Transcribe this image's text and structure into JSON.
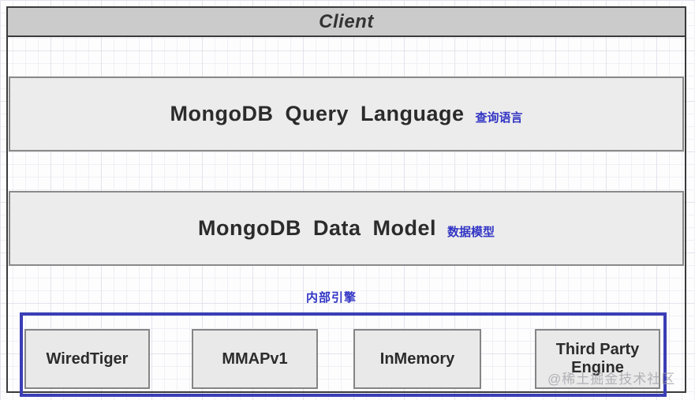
{
  "diagram": {
    "client": {
      "label": "Client"
    },
    "layers": [
      {
        "title": "MongoDB Query Language",
        "annotation": "查询语言"
      },
      {
        "title": "MongoDB Data Model",
        "annotation": "数据模型"
      }
    ],
    "engines": {
      "label": "内部引擎",
      "items": [
        {
          "name": "WiredTiger"
        },
        {
          "name": "MMAPv1"
        },
        {
          "name": "InMemory"
        },
        {
          "name": "Third Party Engine"
        }
      ]
    }
  },
  "watermark": {
    "text": "@稀土掘金技术社区"
  },
  "colors": {
    "accent_blue": "#3b3eb5",
    "annotation_blue": "#3235c4",
    "layer_fill": "#ececec",
    "client_fill": "#cbcbcb",
    "box_border_gray": "#8a8a8a",
    "outline_dark": "#3a3a3a",
    "text_dark": "#2b2b2b",
    "watermark_gray": "#9e9ea6"
  }
}
